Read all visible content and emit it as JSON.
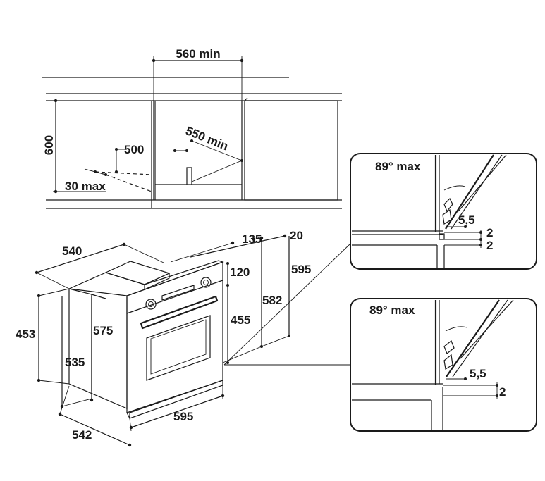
{
  "cabinet_view": {
    "width_label": "560 min",
    "height_label": "600",
    "depth_label": "550 min",
    "depth_500_label": "500",
    "gap_label": "30 max"
  },
  "oven_view": {
    "depth_540": "540",
    "top_135": "135",
    "top_20": "20",
    "height_453": "453",
    "panel_120": "120",
    "height_595_right": "595",
    "height_582": "582",
    "height_455": "455",
    "height_575": "575",
    "height_535": "535",
    "width_595": "595",
    "depth_542": "542"
  },
  "detail_top": {
    "angle_label": "89° max",
    "gap_55_label": "5,5",
    "gap_2a_label": "2",
    "gap_2b_label": "2"
  },
  "detail_bottom": {
    "angle_label": "89° max",
    "gap_55_label": "5,5",
    "gap_2_label": "2"
  }
}
